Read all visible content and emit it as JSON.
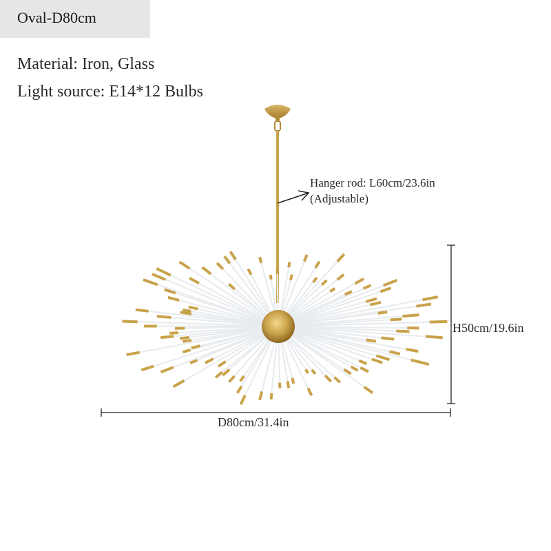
{
  "header": {
    "variant_label": "Oval-D80cm"
  },
  "specs": {
    "material": "Material: Iron, Glass",
    "light_source": "Light source: E14*12 Bulbs"
  },
  "dimensions": {
    "hanger_rod_line1": "Hanger rod: L60cm/23.6in",
    "hanger_rod_line2": "(Adjustable)",
    "height": "H50cm/19.6in",
    "diameter": "D80cm/31.4in"
  },
  "product": {
    "icon": "sputnik-chandelier-image",
    "colors": {
      "brass": "#c9a24a",
      "brass_dark": "#a57e2c",
      "glass": "#e9ecef",
      "dimension_line": "#222222",
      "title_bg": "#e6e6e6"
    }
  }
}
